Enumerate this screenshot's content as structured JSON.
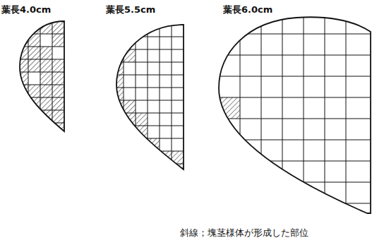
{
  "diagram": {
    "labels": [
      "葉長4.0cm",
      "葉長5.5cm",
      "葉長6.0cm",
      "斜線；塊茎様体が形成した部位"
    ]
  }
}
